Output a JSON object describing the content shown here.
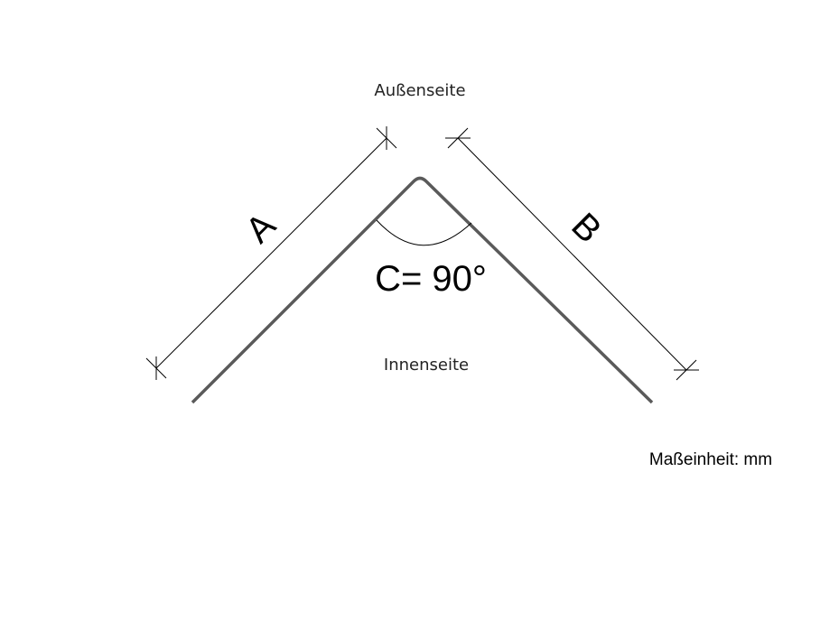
{
  "labels": {
    "outside": "Außenseite",
    "inside": "Innenseite",
    "side_a": "A",
    "side_b": "B",
    "angle": "C= 90°",
    "unit": "Maßeinheit: mm"
  },
  "colors": {
    "profile": "#5a5a5a",
    "dimension": "#000000",
    "background": "#ffffff"
  }
}
